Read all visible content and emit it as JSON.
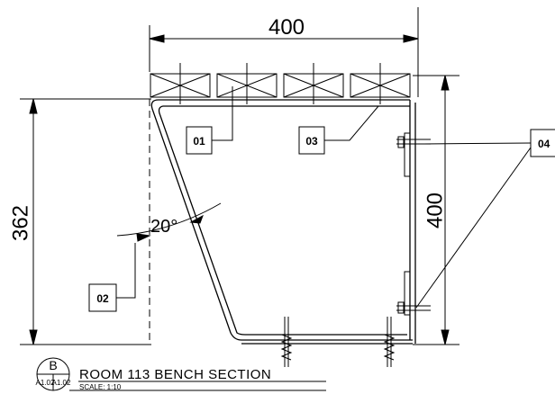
{
  "dimensions": {
    "top_width": "400",
    "left_height": "362",
    "right_height": "400",
    "angle": "20°"
  },
  "tags": {
    "t01": "01",
    "t02": "02",
    "t03": "03",
    "t04": "04"
  },
  "title_block": {
    "marker_letter": "B",
    "sheet_left": "A1.02",
    "sheet_right": "A1.02",
    "title": "ROOM 113 BENCH SECTION",
    "scale": "SCALE: 1:10"
  }
}
